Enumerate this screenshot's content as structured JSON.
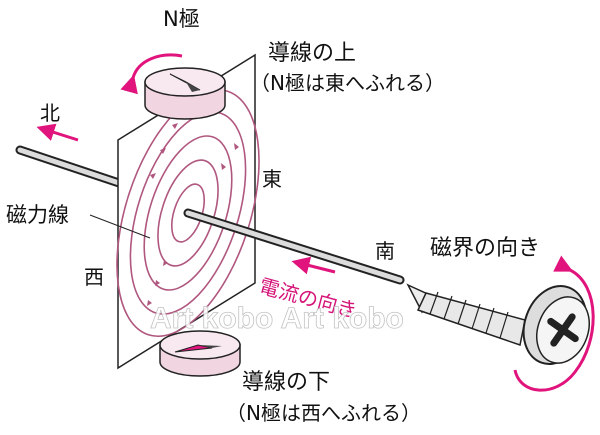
{
  "labels": {
    "n_pole": "N極",
    "top_wire": "導線の上",
    "top_note": "（N極は東へふれる）",
    "north": "北",
    "east": "東",
    "west": "西",
    "south": "南",
    "field_lines": "磁力線",
    "field_direction": "磁界の向き",
    "current_direction": "電流の向き",
    "bottom_wire": "導線の下",
    "bottom_note": "（N極は西へふれる）"
  },
  "watermark": "Art kobo Art kobo",
  "colors": {
    "accent": "#e0147c",
    "field_line": "#b0577f",
    "compass_face": "#f7e9ef",
    "outline": "#222222"
  },
  "icons": {
    "screw": "screw-icon",
    "compass": "compass-icon"
  }
}
